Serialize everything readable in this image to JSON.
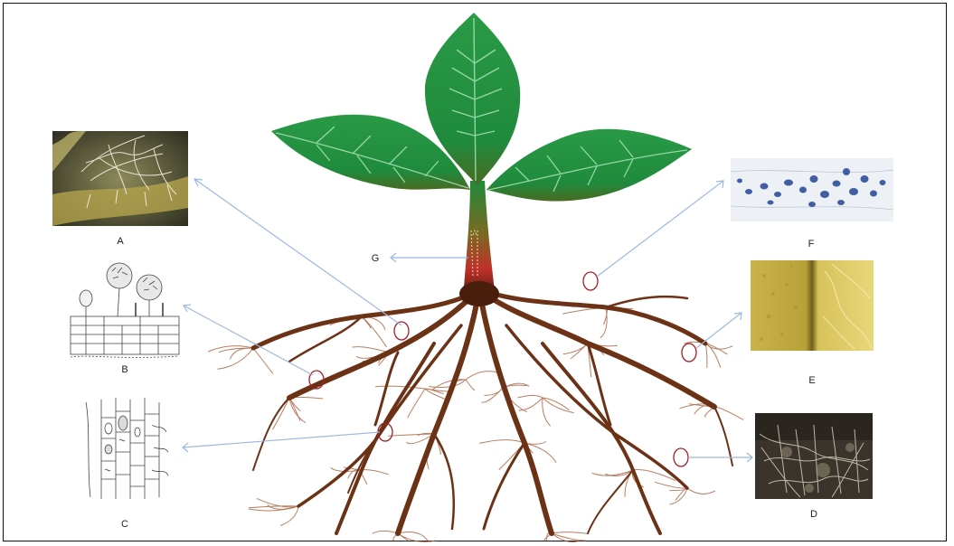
{
  "labels": {
    "a": "A",
    "b": "B",
    "c": "C",
    "d": "D",
    "e": "E",
    "f": "F",
    "g": "G"
  },
  "colors": {
    "leaf": "#1f8a3c",
    "leaf_dark": "#17702f",
    "stem_root": "#5a2a12",
    "root_fine": "#a0522d",
    "pointer_arrow": "#9db8df",
    "root_circle": "#a0202a"
  }
}
